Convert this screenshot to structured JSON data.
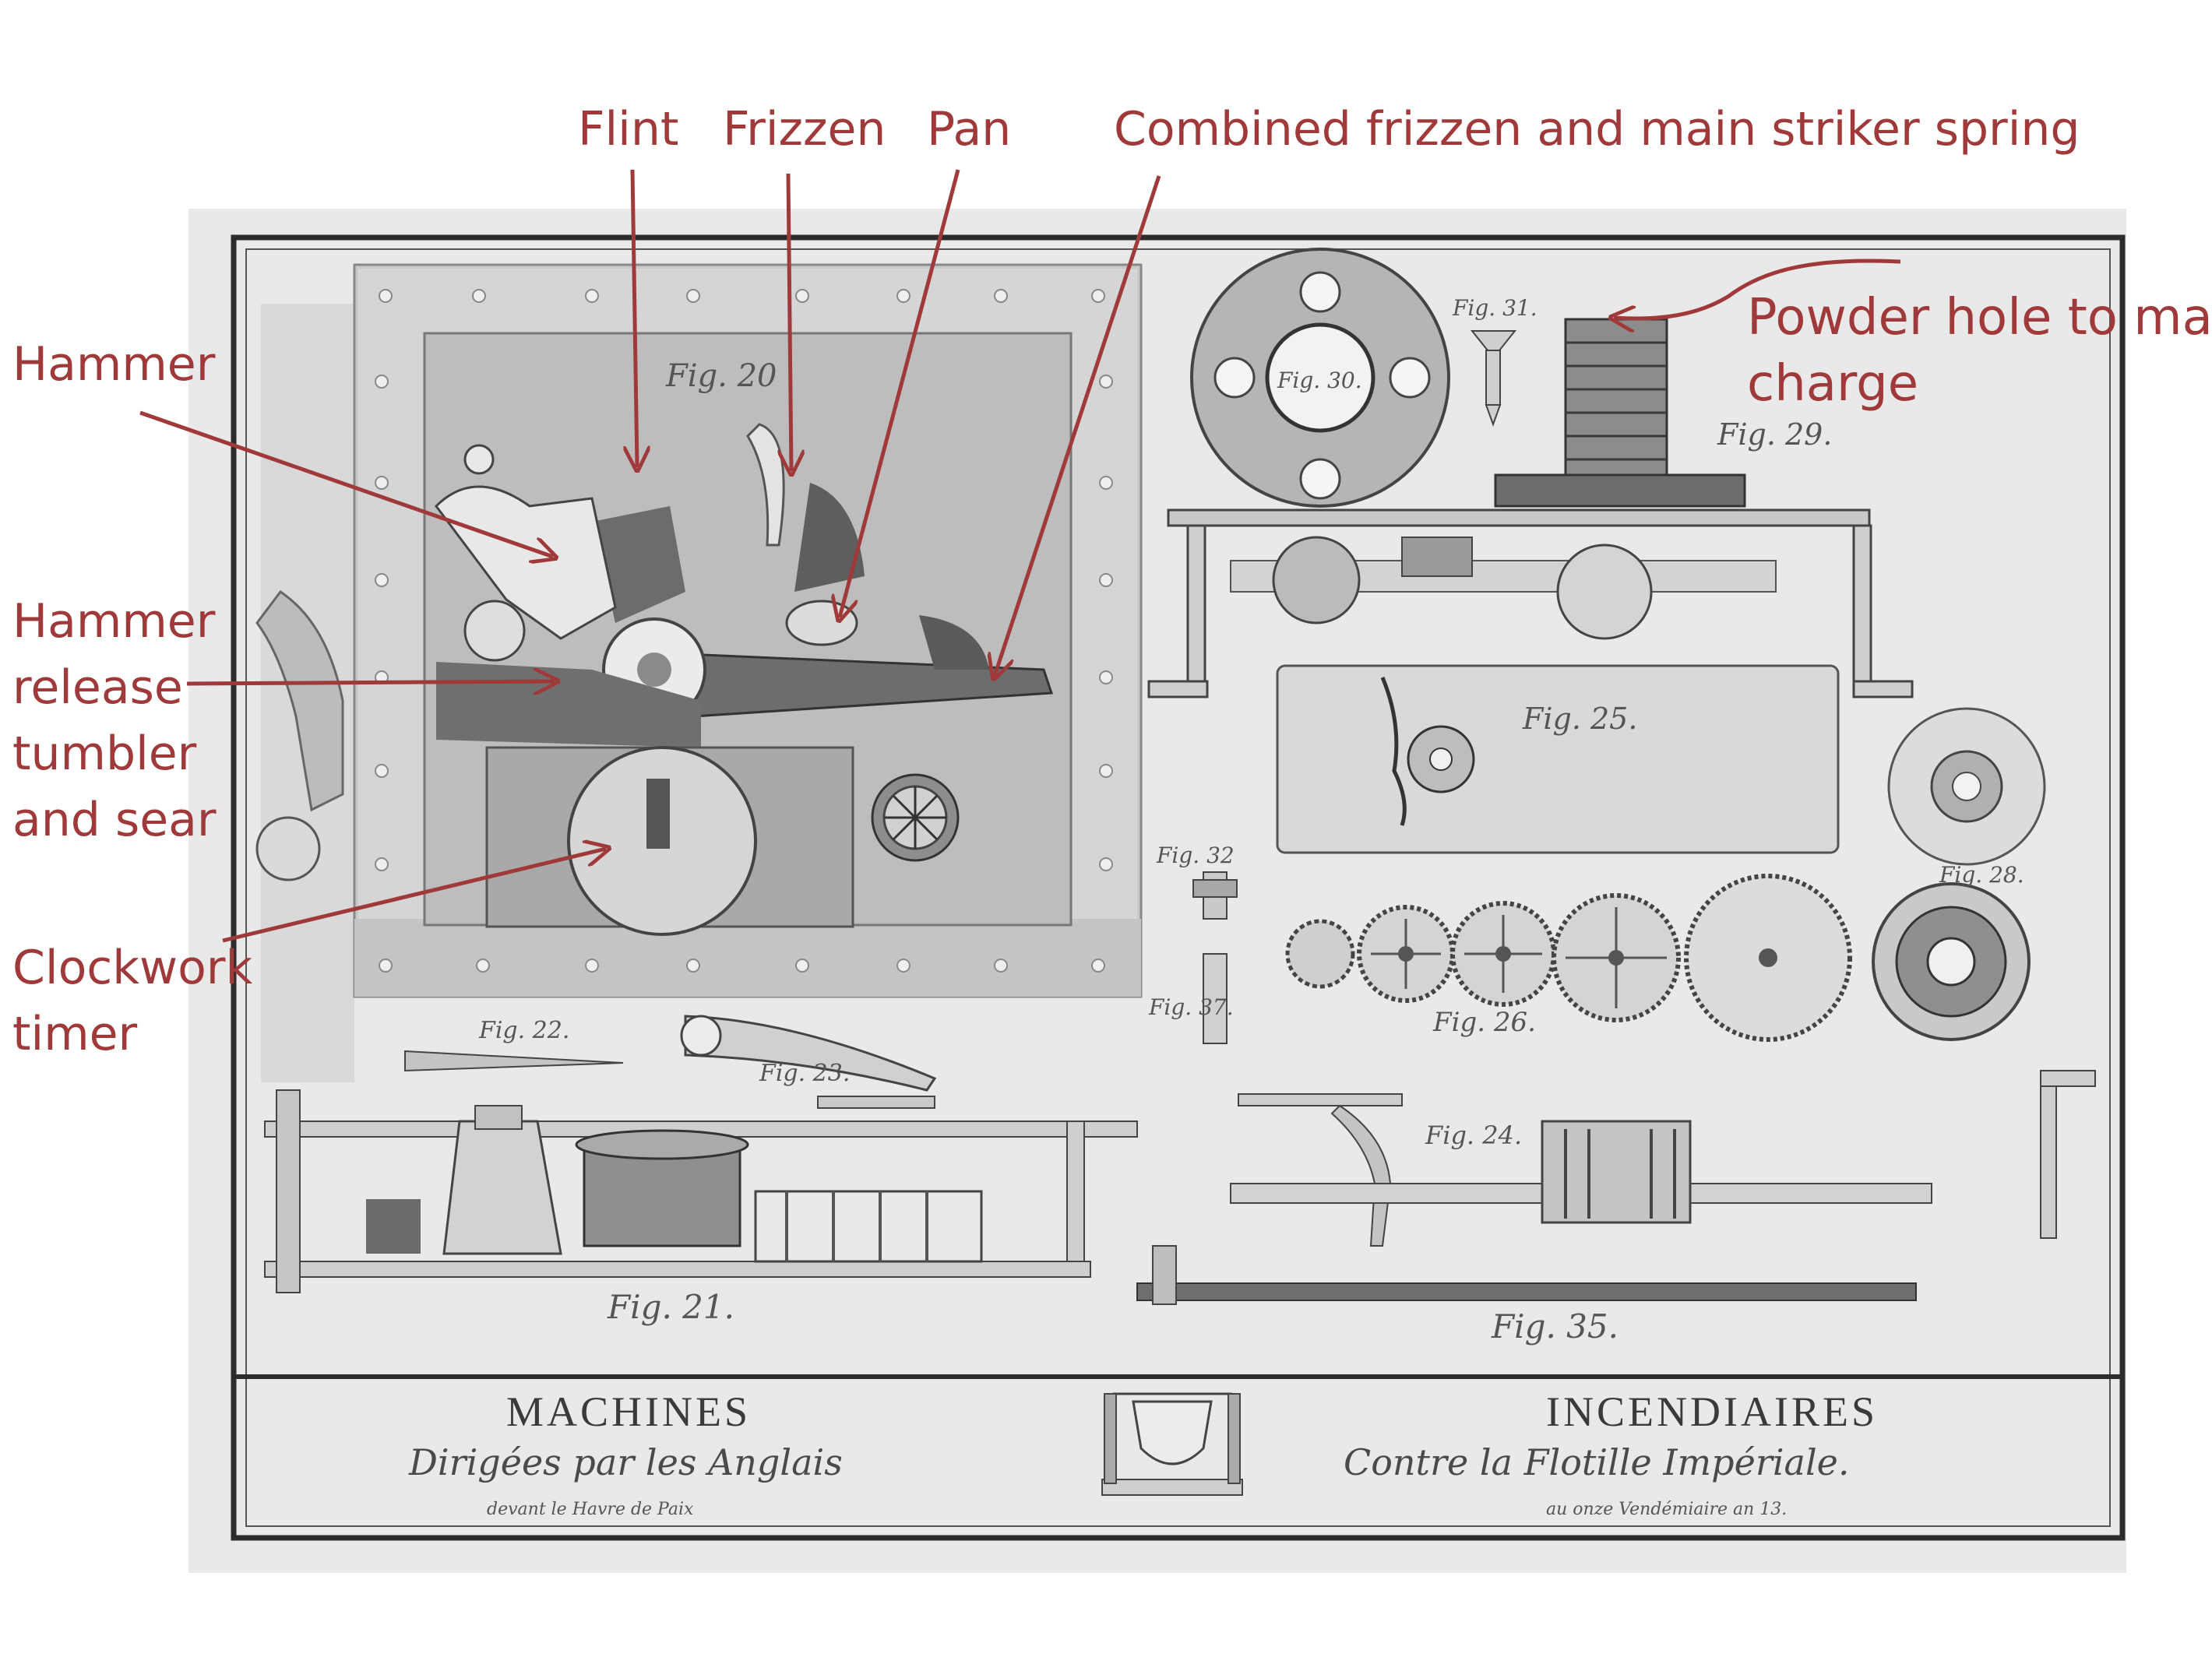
{
  "colors": {
    "annotation": "#a0393a",
    "ink": "#333333",
    "paper": "#e9e9e9",
    "metal_light": "#d7d7d7",
    "metal_mid": "#b9b9b9",
    "metal_dark": "#767676"
  },
  "annotations": {
    "flint": "Flint",
    "frizzen": "Frizzen",
    "pan": "Pan",
    "spring": "Combined frizzen and main striker spring",
    "hammer": "Hammer",
    "release_lines": [
      "Hammer",
      "release",
      "tumbler",
      "and sear"
    ],
    "clockwork_lines": [
      "Clockwork",
      "timer"
    ],
    "powder_lines": [
      "Powder hole to mai",
      "charge"
    ]
  },
  "plate": {
    "figure_labels": {
      "fig20": "Fig. 20",
      "fig31": "Fig. 31.",
      "fig30": "Fig. 30.",
      "fig29": "Fig. 29.",
      "fig25": "Fig. 25.",
      "fig32": "Fig. 32",
      "fig37": "Fig. 37.",
      "fig26": "Fig. 26.",
      "fig28": "Fig. 28.",
      "fig22": "Fig. 22.",
      "fig23": "Fig. 23.",
      "fig24": "Fig. 24.",
      "fig21": "Fig. 21.",
      "fig35": "Fig. 35."
    },
    "title_left": "MACHINES",
    "title_right": "INCENDIAIRES",
    "subtitle_left": "Dirigées par les Anglais",
    "subtitle_right": "Contre la Flotille Impériale.",
    "note_left": "devant le Havre de Paix",
    "note_right": "au onze Vendémiaire an 13."
  }
}
